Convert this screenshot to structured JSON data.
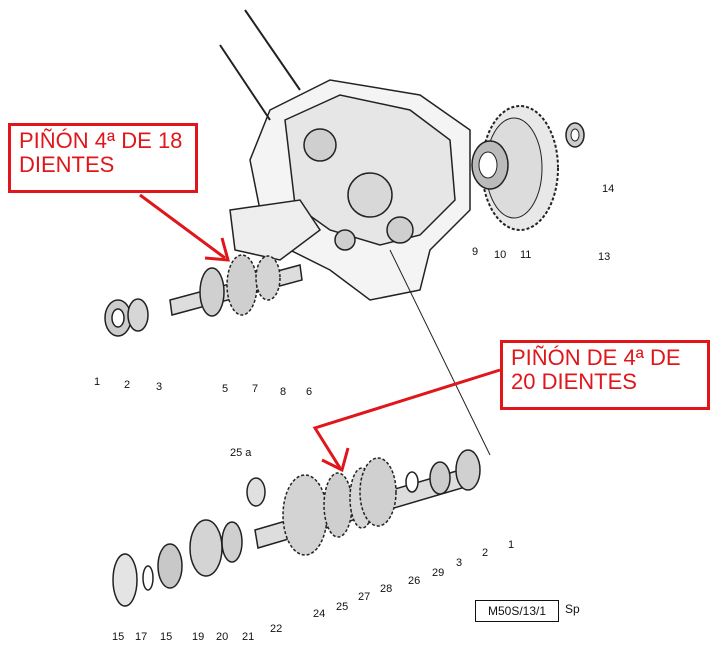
{
  "callouts": {
    "top": "PIÑÓN 4ª DE 18\nDIENTES",
    "bottom": "PIÑÓN DE 4ª DE\n20 DIENTES"
  },
  "part_labels": {
    "p1a": "1",
    "p2a": "2",
    "p3a": "3",
    "p5": "5",
    "p7": "7",
    "p8": "8",
    "p6": "6",
    "p9": "9",
    "p10": "10",
    "p11": "11",
    "p13": "13",
    "p14": "14",
    "p25a": "25 a",
    "p15a": "15",
    "p17": "17",
    "p15b": "15",
    "p19": "19",
    "p20": "20",
    "p21": "21",
    "p22": "22",
    "p24": "24",
    "p25": "25",
    "p27": "27",
    "p28": "28",
    "p26": "26",
    "p29": "29",
    "p3b": "3",
    "p2b": "2",
    "p1b": "1"
  },
  "reference": {
    "code": "M50S/13/1",
    "suffix": "Sp"
  },
  "colors": {
    "accent": "#e0161b",
    "ink": "#111111"
  }
}
